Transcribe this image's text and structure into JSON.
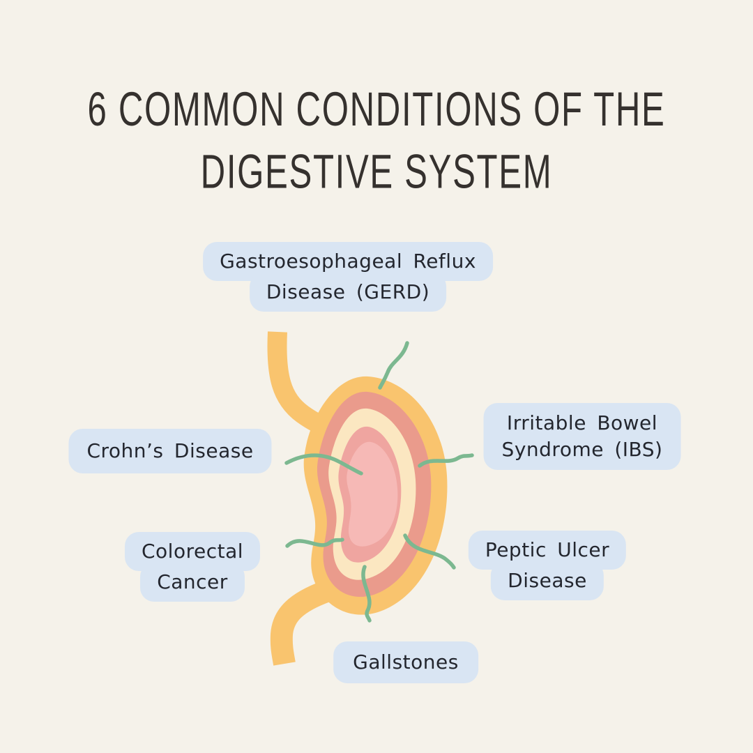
{
  "title": {
    "line1": "6 COMMON CONDITIONS OF THE",
    "line2": "DIGESTIVE SYSTEM"
  },
  "labels": {
    "gerd": {
      "line1": "Gastroesophageal Reflux",
      "line2": "Disease (GERD)"
    },
    "ibs": {
      "line1": "Irritable Bowel",
      "line2": "Syndrome (IBS)"
    },
    "crohns": {
      "line1": "Crohn’s Disease"
    },
    "colorectal": {
      "line1": "Colorectal",
      "line2": "Cancer"
    },
    "peptic": {
      "line1": "Peptic Ulcer",
      "line2": "Disease"
    },
    "gallstones": {
      "line1": "Gallstones"
    }
  },
  "illustration": {
    "name": "stomach cross-section with six connector lines",
    "colors": {
      "outer_wall": "#F9C46E",
      "layer2": "#EA9B8C",
      "layer3": "#FBE7C1",
      "layer4": "#EFA5A0",
      "center": "#F6B9B6",
      "connector": "#7CB890"
    }
  },
  "colors": {
    "background": "#F5F2EA",
    "label_box": "#D9E5F3",
    "label_text": "#23262E",
    "title_text": "#35312E"
  }
}
